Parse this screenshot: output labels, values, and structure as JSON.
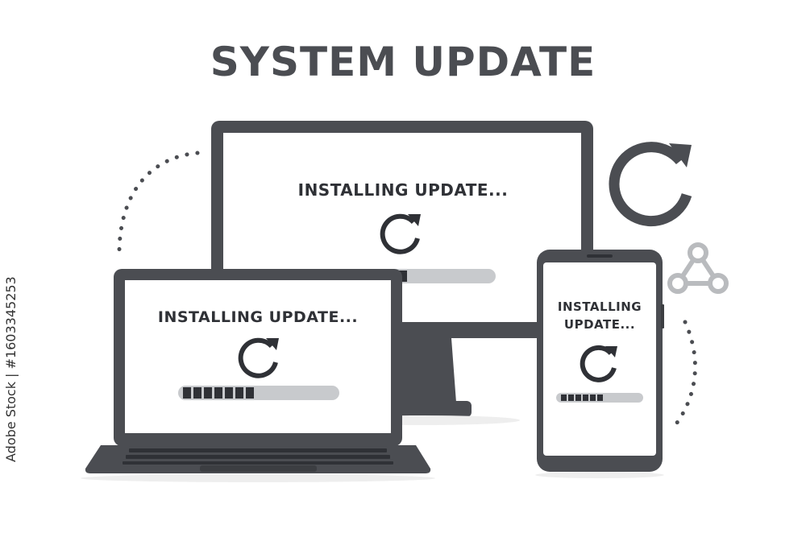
{
  "title": "SYSTEM UPDATE",
  "monitor": {
    "status_text": "INSTALLING UPDATE...",
    "progress": 0.55
  },
  "laptop": {
    "status_text": "INSTALLING UPDATE...",
    "progress": 0.5
  },
  "phone": {
    "status_line1": "INSTALLING",
    "status_line2": "UPDATE...",
    "progress": 0.5
  },
  "side_icons": [
    "refresh-icon",
    "share-network-icon"
  ],
  "watermark": "Adobe Stock | #1603345253",
  "colors": {
    "device": "#4b4d52",
    "dark": "#2f3136",
    "light_track": "#c8cacd",
    "bg": "#ffffff"
  }
}
